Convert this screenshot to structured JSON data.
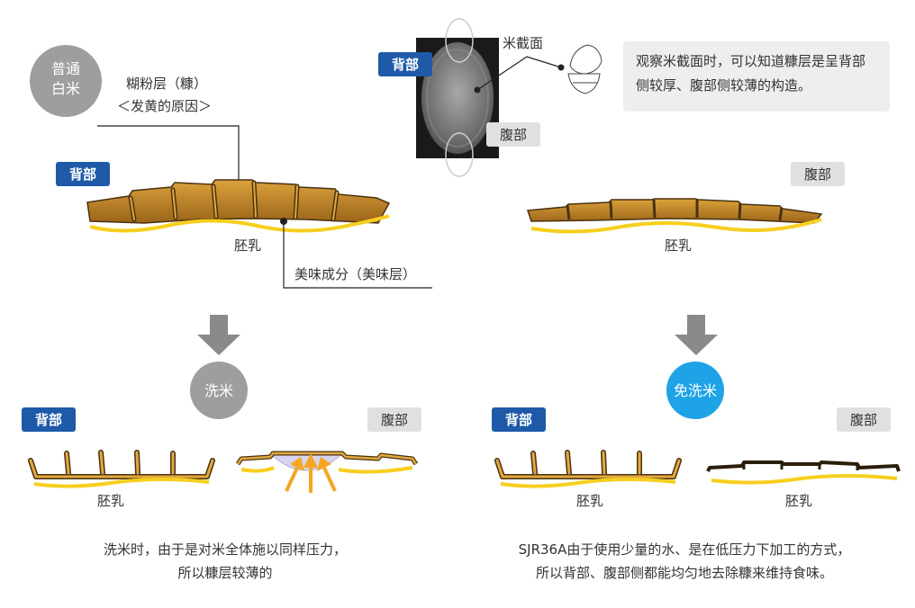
{
  "colors": {
    "back_badge": "#1e5aa8",
    "belly_badge": "#e0e0e0",
    "gray_circle": "#9e9e9e",
    "musenmai_circle": "#1ea3e6",
    "bran_fill": "#c8902a",
    "bran_edge": "#4a3210",
    "umami_line": "#f6cf1e",
    "arrow_orange": "#f5a623"
  },
  "labels": {
    "regular_rice_line1": "普通",
    "regular_rice_line2": "白米",
    "bran_layer": "糊粉层（糠）",
    "yellowing_cause": "＜发黄的原因＞",
    "back": "背部",
    "belly": "腹部",
    "embryo": "胚乳",
    "umami": "美味成分（美味层）",
    "cross_section": "米截面",
    "wash": "洗米",
    "musenmai": "免洗米"
  },
  "note": {
    "text": "观察米截面时，可以知道糠层是呈背部侧较厚、腹部侧较薄的构造。"
  },
  "captions": {
    "wash_line1": "洗米时，由于是对米全体施以同样压力，",
    "wash_line2": "所以糠层较薄的",
    "musenmai_line1": "SJR36A由于使用少量的水、是在低压力下加工的方式，",
    "musenmai_line2": "所以背部、腹部侧都能均匀地去除糠来维持食味。"
  }
}
